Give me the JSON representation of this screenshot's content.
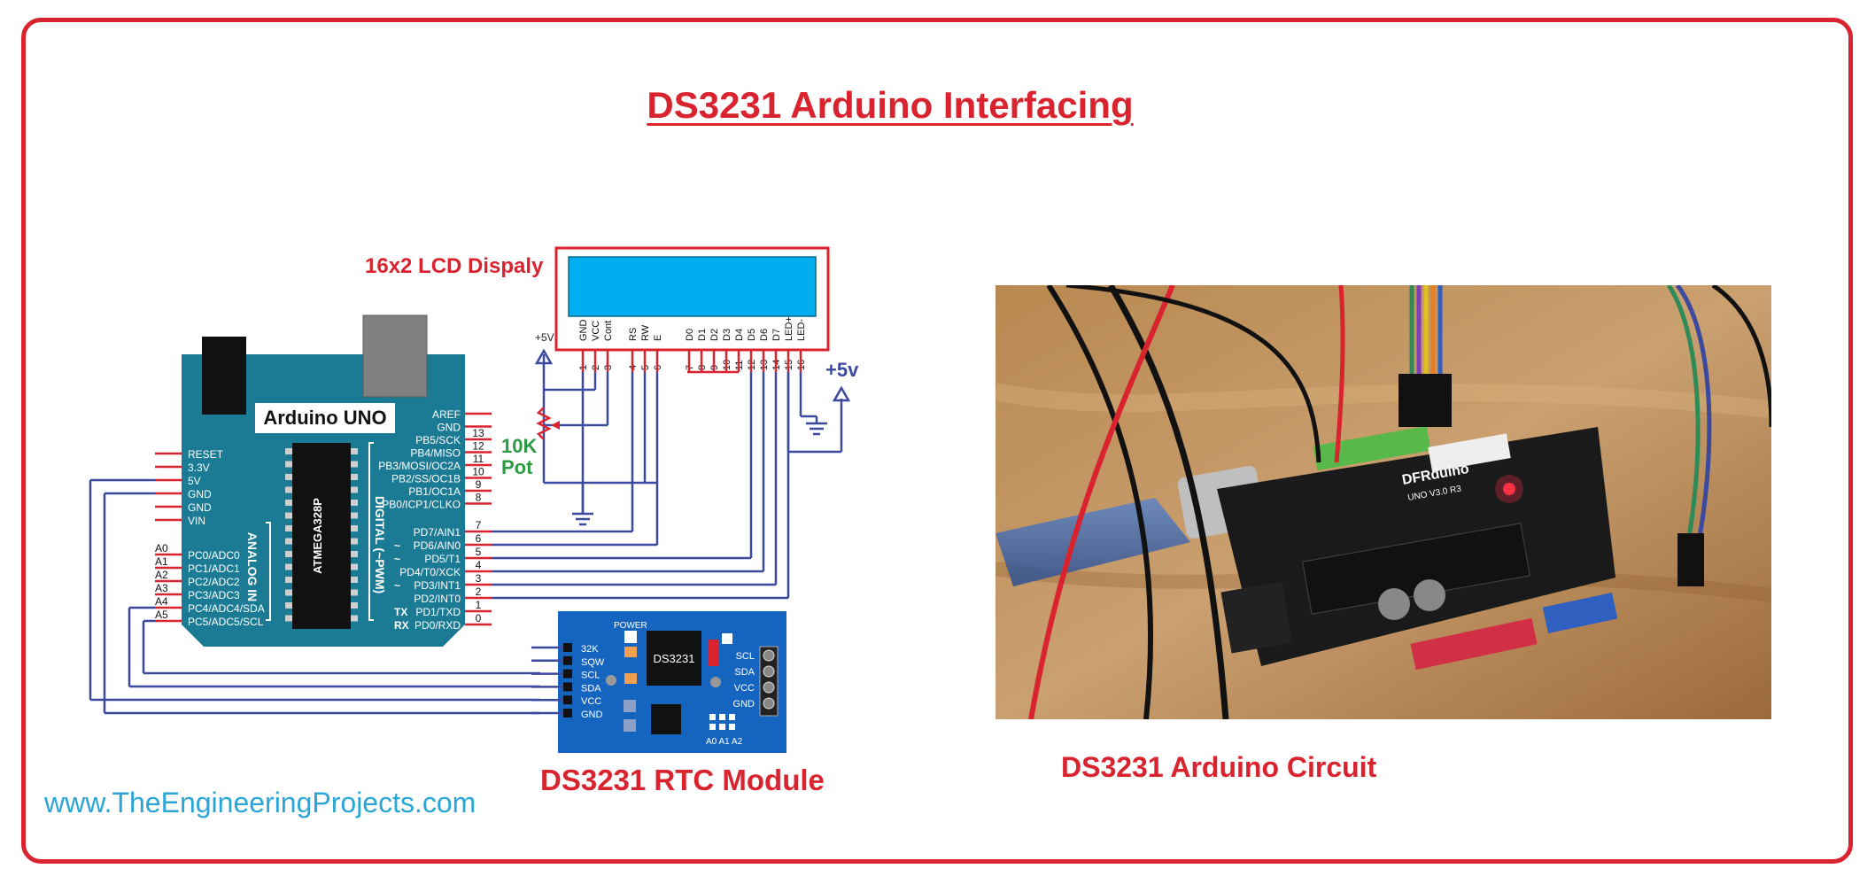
{
  "title": "DS3231 Arduino Interfacing",
  "website": "www.TheEngineeringProjects.com",
  "labels": {
    "lcd": "16x2 LCD Dispaly",
    "pot_line1": "10K",
    "pot_line2": "Pot",
    "plus5v_big": "+5v",
    "plus5v_small": "+5V",
    "rtc_module": "DS3231 RTC Module",
    "circuit": "DS3231 Arduino Circuit",
    "arduino_board": "Arduino UNO",
    "chip": "ATMEGA328P",
    "analog_in": "ANALOG IN",
    "digital": "DIGITAL (~PWM)",
    "rtc_chip": "DS3231",
    "rtc_power": "POWER",
    "rtc_addr": "A0 A1 A2",
    "photo_brand": "DFRduino",
    "photo_model": "UNO V3.0 R3"
  },
  "lcd_pins": {
    "names": [
      "GND",
      "VCC",
      "Cont",
      "RS",
      "RW",
      "E",
      "D0",
      "D1",
      "D2",
      "D3",
      "D4",
      "D5",
      "D6",
      "D7",
      "LED+",
      "LED-"
    ],
    "numbers": [
      "1",
      "2",
      "3",
      "4",
      "5",
      "6",
      "7",
      "8",
      "9",
      "10",
      "11",
      "12",
      "13",
      "14",
      "15",
      "16"
    ]
  },
  "arduino_left_pins": [
    "RESET",
    "3.3V",
    "5V",
    "GND",
    "GND",
    "VIN"
  ],
  "arduino_analog": {
    "outer": [
      "A0",
      "A1",
      "A2",
      "A3",
      "A4",
      "A5"
    ],
    "inner": [
      "PC0/ADC0",
      "PC1/ADC1",
      "PC2/ADC2",
      "PC3/ADC3",
      "PC4/ADC4/SDA",
      "PC5/ADC5/SCL"
    ]
  },
  "arduino_top_right": {
    "names": [
      "AREF",
      "GND",
      "PB5/SCK",
      "PB4/MISO",
      "PB3/MOSI/OC2A",
      "PB2/SS/OC1B",
      "PB1/OC1A",
      "PB0/ICP1/CLKO"
    ],
    "numbers": [
      "",
      "",
      "13",
      "12",
      "11",
      "10",
      "9",
      "8"
    ]
  },
  "arduino_bottom_right": {
    "names": [
      "PD7/AIN1",
      "PD6/AIN0",
      "PD5/T1",
      "PD4/T0/XCK",
      "PD3/INT1",
      "PD2/INT0",
      "PD1/TXD",
      "PD0/RXD"
    ],
    "numbers": [
      "7",
      "6",
      "5",
      "4",
      "3",
      "2",
      "1",
      "0"
    ],
    "prefixes": [
      "",
      "~",
      "~",
      "",
      "~",
      "",
      "TX",
      "RX"
    ]
  },
  "rtc_left_pins": [
    "32K",
    "SQW",
    "SCL",
    "SDA",
    "VCC",
    "GND"
  ],
  "rtc_right_pins": [
    "SCL",
    "SDA",
    "VCC",
    "GND"
  ],
  "colors": {
    "accent_red": "#d9232e",
    "wire_blue": "#3b4a9e",
    "pot_green": "#2e9b44",
    "lcd_screen": "#00aeef",
    "arduino_teal": "#1b7b95",
    "rtc_blue": "#1565c0",
    "website_blue": "#2aa6d6"
  }
}
